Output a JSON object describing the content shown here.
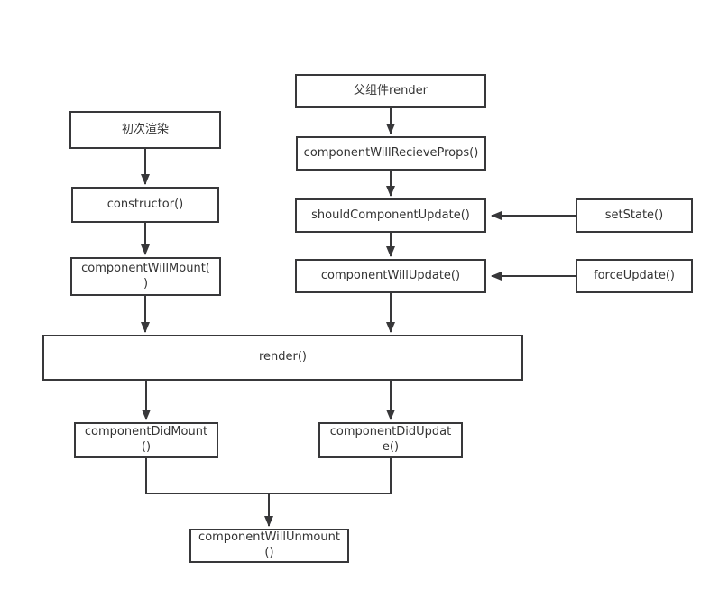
{
  "diagram": {
    "background_color": "#ffffff",
    "box_border_color": "#38383a",
    "line_color": "#38383a",
    "text_color": "#333333",
    "nodes": {
      "parent_render": {
        "label": "父组件render"
      },
      "will_receive_props": {
        "label": "componentWillRecieveProps()"
      },
      "should_update": {
        "label": "shouldComponentUpdate()"
      },
      "will_update": {
        "label": "componentWillUpdate()"
      },
      "set_state": {
        "label": "setState()"
      },
      "force_update": {
        "label": "forceUpdate()"
      },
      "initial_render": {
        "label": "初次渲染"
      },
      "constructor": {
        "label": "constructor()"
      },
      "will_mount": {
        "lines": [
          "componentWillMount(",
          ")"
        ]
      },
      "render": {
        "label": "render()"
      },
      "did_mount": {
        "lines": [
          "componentDidMount",
          "()"
        ]
      },
      "did_update": {
        "lines": [
          "componentDidUpdat",
          "e()"
        ]
      },
      "will_unmount": {
        "lines": [
          "componentWillUnmount",
          "()"
        ]
      }
    }
  }
}
